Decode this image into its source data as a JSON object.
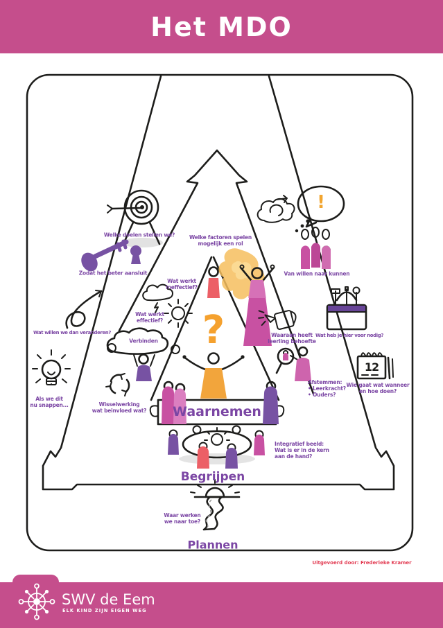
{
  "header": {
    "title": "Het MDO"
  },
  "colors": {
    "brand_pink": "#C54E8C",
    "label_purple": "#7B46A4",
    "credit_red": "#E23B52",
    "accent_orange": "#F5A53C",
    "accent_magenta": "#C851A2",
    "accent_violet": "#7752A3",
    "accent_red": "#F07573"
  },
  "diagram": {
    "annotations": {
      "doelen": "Welke doelen stellen we?",
      "aansluit": "Zodat het beter aansluit",
      "factoren": "Welke factoren spelen\nmogelijk een rol",
      "willen_kunnen": "Van willen naar kunnen",
      "ineffectief": "Wat werkt\nineffectief?",
      "effectief": "Wat werkt\neffectief?",
      "veranderen": "Wat willen we dan veranderen?",
      "verbinden": "Verbinden",
      "behoefte": "Waaraan heeft\nleerling behoefte",
      "nodig": "Wat heb je hier voor nodig?",
      "snappen": "Als we dit\nnu snappen...",
      "wisselwerking": "Wisselwerking\nwat beinvloed wat?",
      "afstemmen": "Afstemmen:\n• Leerkracht?\n• Ouders?",
      "wie_gaat": "Wie gaat wat wanneer\nen hoe doen?",
      "integratief": "Integratief beeld:\nWat is er in de kern\naan de hand?",
      "waar_werken": "Waar werken\nwe naar toe?"
    },
    "stages": {
      "waarnemen": "Waarnemen",
      "begrijpen": "Begrijpen",
      "plannen": "Plannen"
    },
    "symbols": {
      "question_mark": "?",
      "exclamation": "!",
      "calendar_day": "12"
    },
    "credit": "Uitgevoerd door: Frederieke Kramer"
  },
  "footer": {
    "brand": "SWV de Eem",
    "tagline": "ELK KIND ZIJN EIGEN WEG"
  }
}
